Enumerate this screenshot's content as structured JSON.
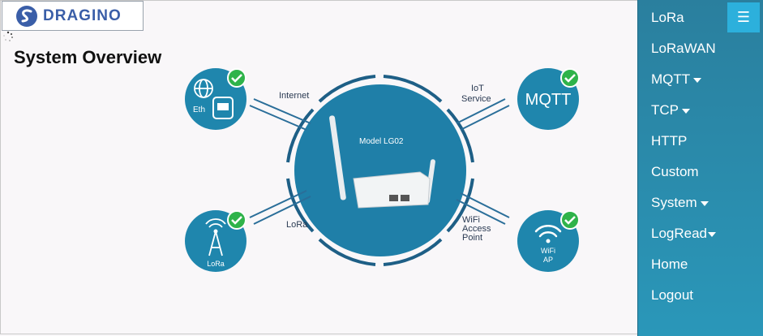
{
  "brand": {
    "logo_text": "DRAGINO"
  },
  "page": {
    "title": "System Overview"
  },
  "diagram": {
    "device_label": "Model LG02",
    "nodes": [
      {
        "id": "eth",
        "label": "Eth"
      },
      {
        "id": "mqtt",
        "label": "MQTT"
      },
      {
        "id": "lora",
        "label": "LoRa"
      },
      {
        "id": "wifi",
        "label": "WiFi",
        "sublabel": "AP"
      }
    ],
    "links": {
      "internet": "Internet",
      "iot_line1": "IoT",
      "iot_line2": "Service",
      "lora": "LoRa",
      "wifi_line1": "WiFi",
      "wifi_line2": "Access",
      "wifi_line3": "Point"
    },
    "colors": {
      "node": "#1f86ad",
      "check": "#2fb34a",
      "ring": "#1e5f86"
    }
  },
  "sidebar": {
    "menu_icon": "hamburger-icon",
    "items": [
      {
        "label": "LoRa",
        "dropdown": false
      },
      {
        "label": "LoRaWAN",
        "dropdown": false
      },
      {
        "label": "MQTT",
        "dropdown": true
      },
      {
        "label": "TCP",
        "dropdown": true
      },
      {
        "label": "HTTP",
        "dropdown": false
      },
      {
        "label": "Custom",
        "dropdown": false
      },
      {
        "label": "System",
        "dropdown": true
      },
      {
        "label": "LogRead",
        "dropdown": true
      },
      {
        "label": "Home",
        "dropdown": false
      },
      {
        "label": "Logout",
        "dropdown": false
      }
    ]
  }
}
